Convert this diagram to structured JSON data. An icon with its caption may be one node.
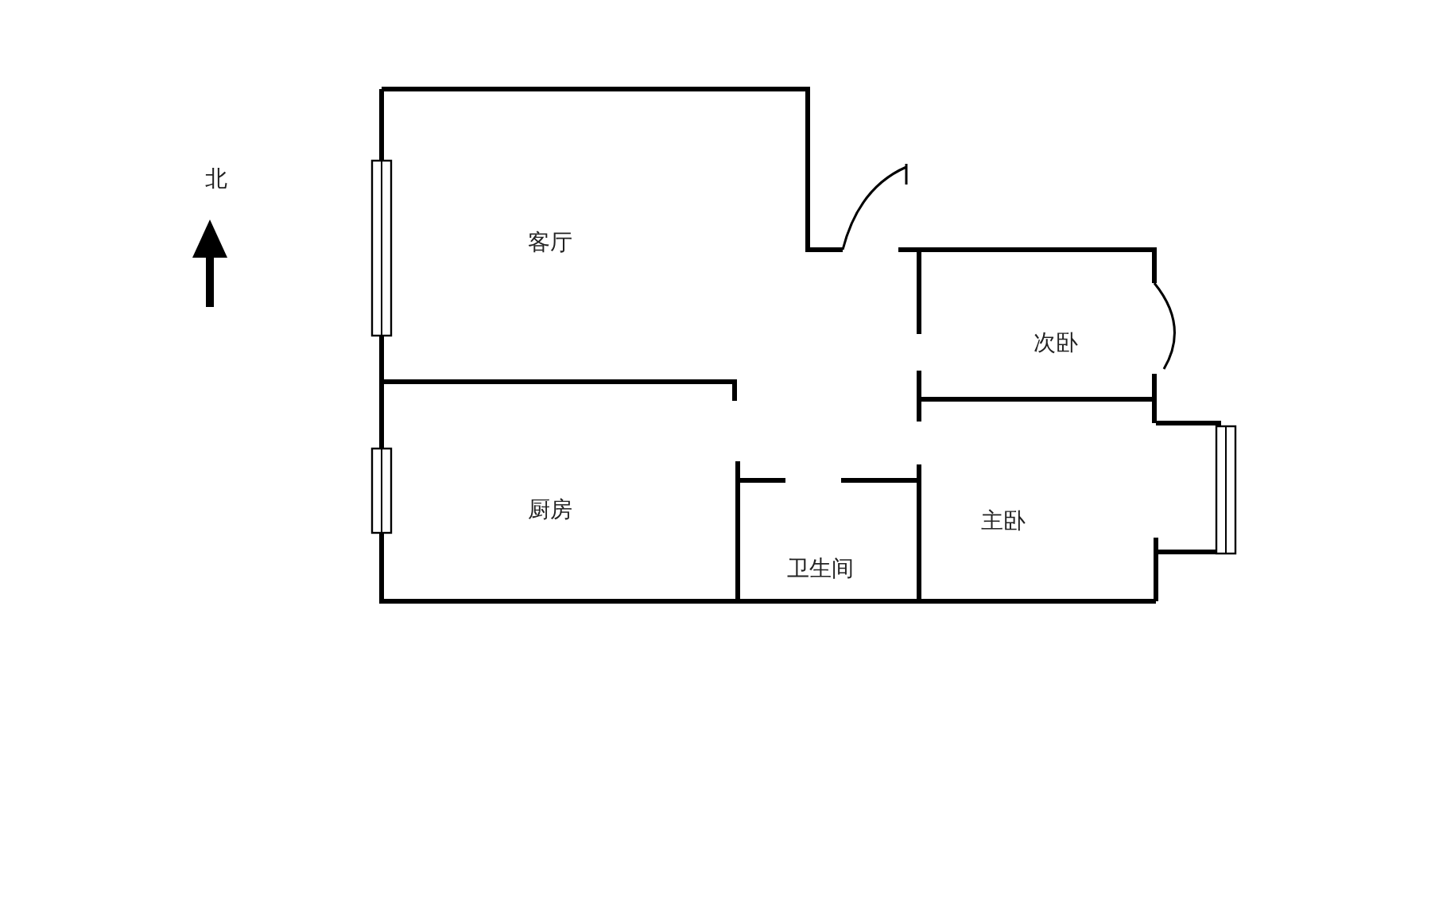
{
  "diagram": {
    "labels": [
      "北",
      "客厅",
      "次卧",
      "厨房",
      "主卧",
      "卫生间"
    ]
  }
}
